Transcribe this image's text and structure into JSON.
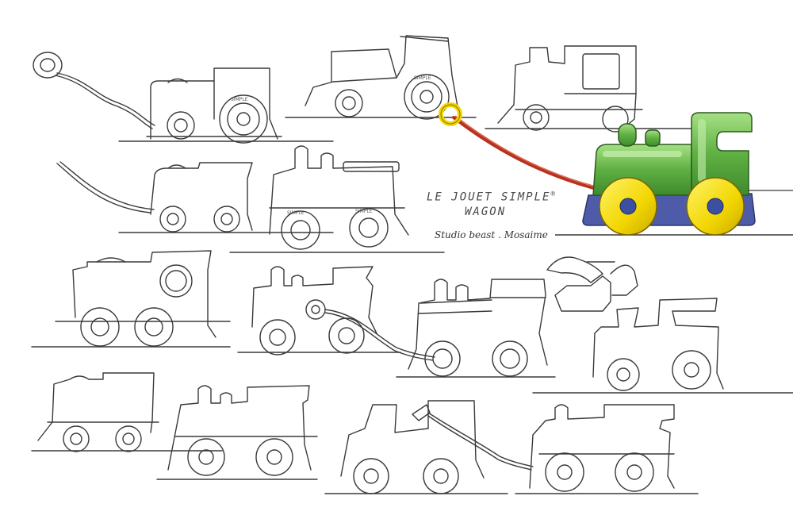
{
  "sheet": {
    "title": "LE JOUET SIMPLE",
    "registered_mark": "®",
    "subtitle": "WAGON",
    "signature": "Studio beast . Mosaime",
    "wheel_badge": "SIMPLE"
  },
  "colors": {
    "ink": "#3a3a3a",
    "body_green": "#5fb043",
    "body_green_light": "#9fdc7e",
    "base_blue": "#4e5ba8",
    "wheel_yellow": "#f2d600",
    "hub_blue": "#3d4fa0",
    "rope_red": "#b8321f",
    "ring_yellow": "#f2d600"
  }
}
